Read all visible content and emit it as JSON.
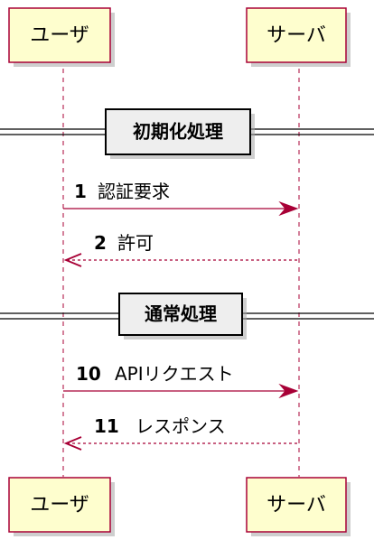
{
  "participants": {
    "user": {
      "label": "ユーザ"
    },
    "server": {
      "label": "サーバ"
    }
  },
  "dividers": {
    "init": {
      "label": "初期化処理"
    },
    "normal": {
      "label": "通常処理"
    }
  },
  "messages": [
    {
      "number": "1",
      "text": "認証要求",
      "from": "user",
      "to": "server",
      "style": "solid"
    },
    {
      "number": "2",
      "text": "許可",
      "from": "server",
      "to": "user",
      "style": "dashed"
    },
    {
      "number": "10",
      "text": "APIリクエスト",
      "from": "user",
      "to": "server",
      "style": "solid"
    },
    {
      "number": "11",
      "text": "レスポンス",
      "from": "server",
      "to": "user",
      "style": "dashed"
    }
  ],
  "colors": {
    "participant_fill": "#FEFECE",
    "border": "#A80036",
    "divider_fill": "#EEEEEE"
  }
}
